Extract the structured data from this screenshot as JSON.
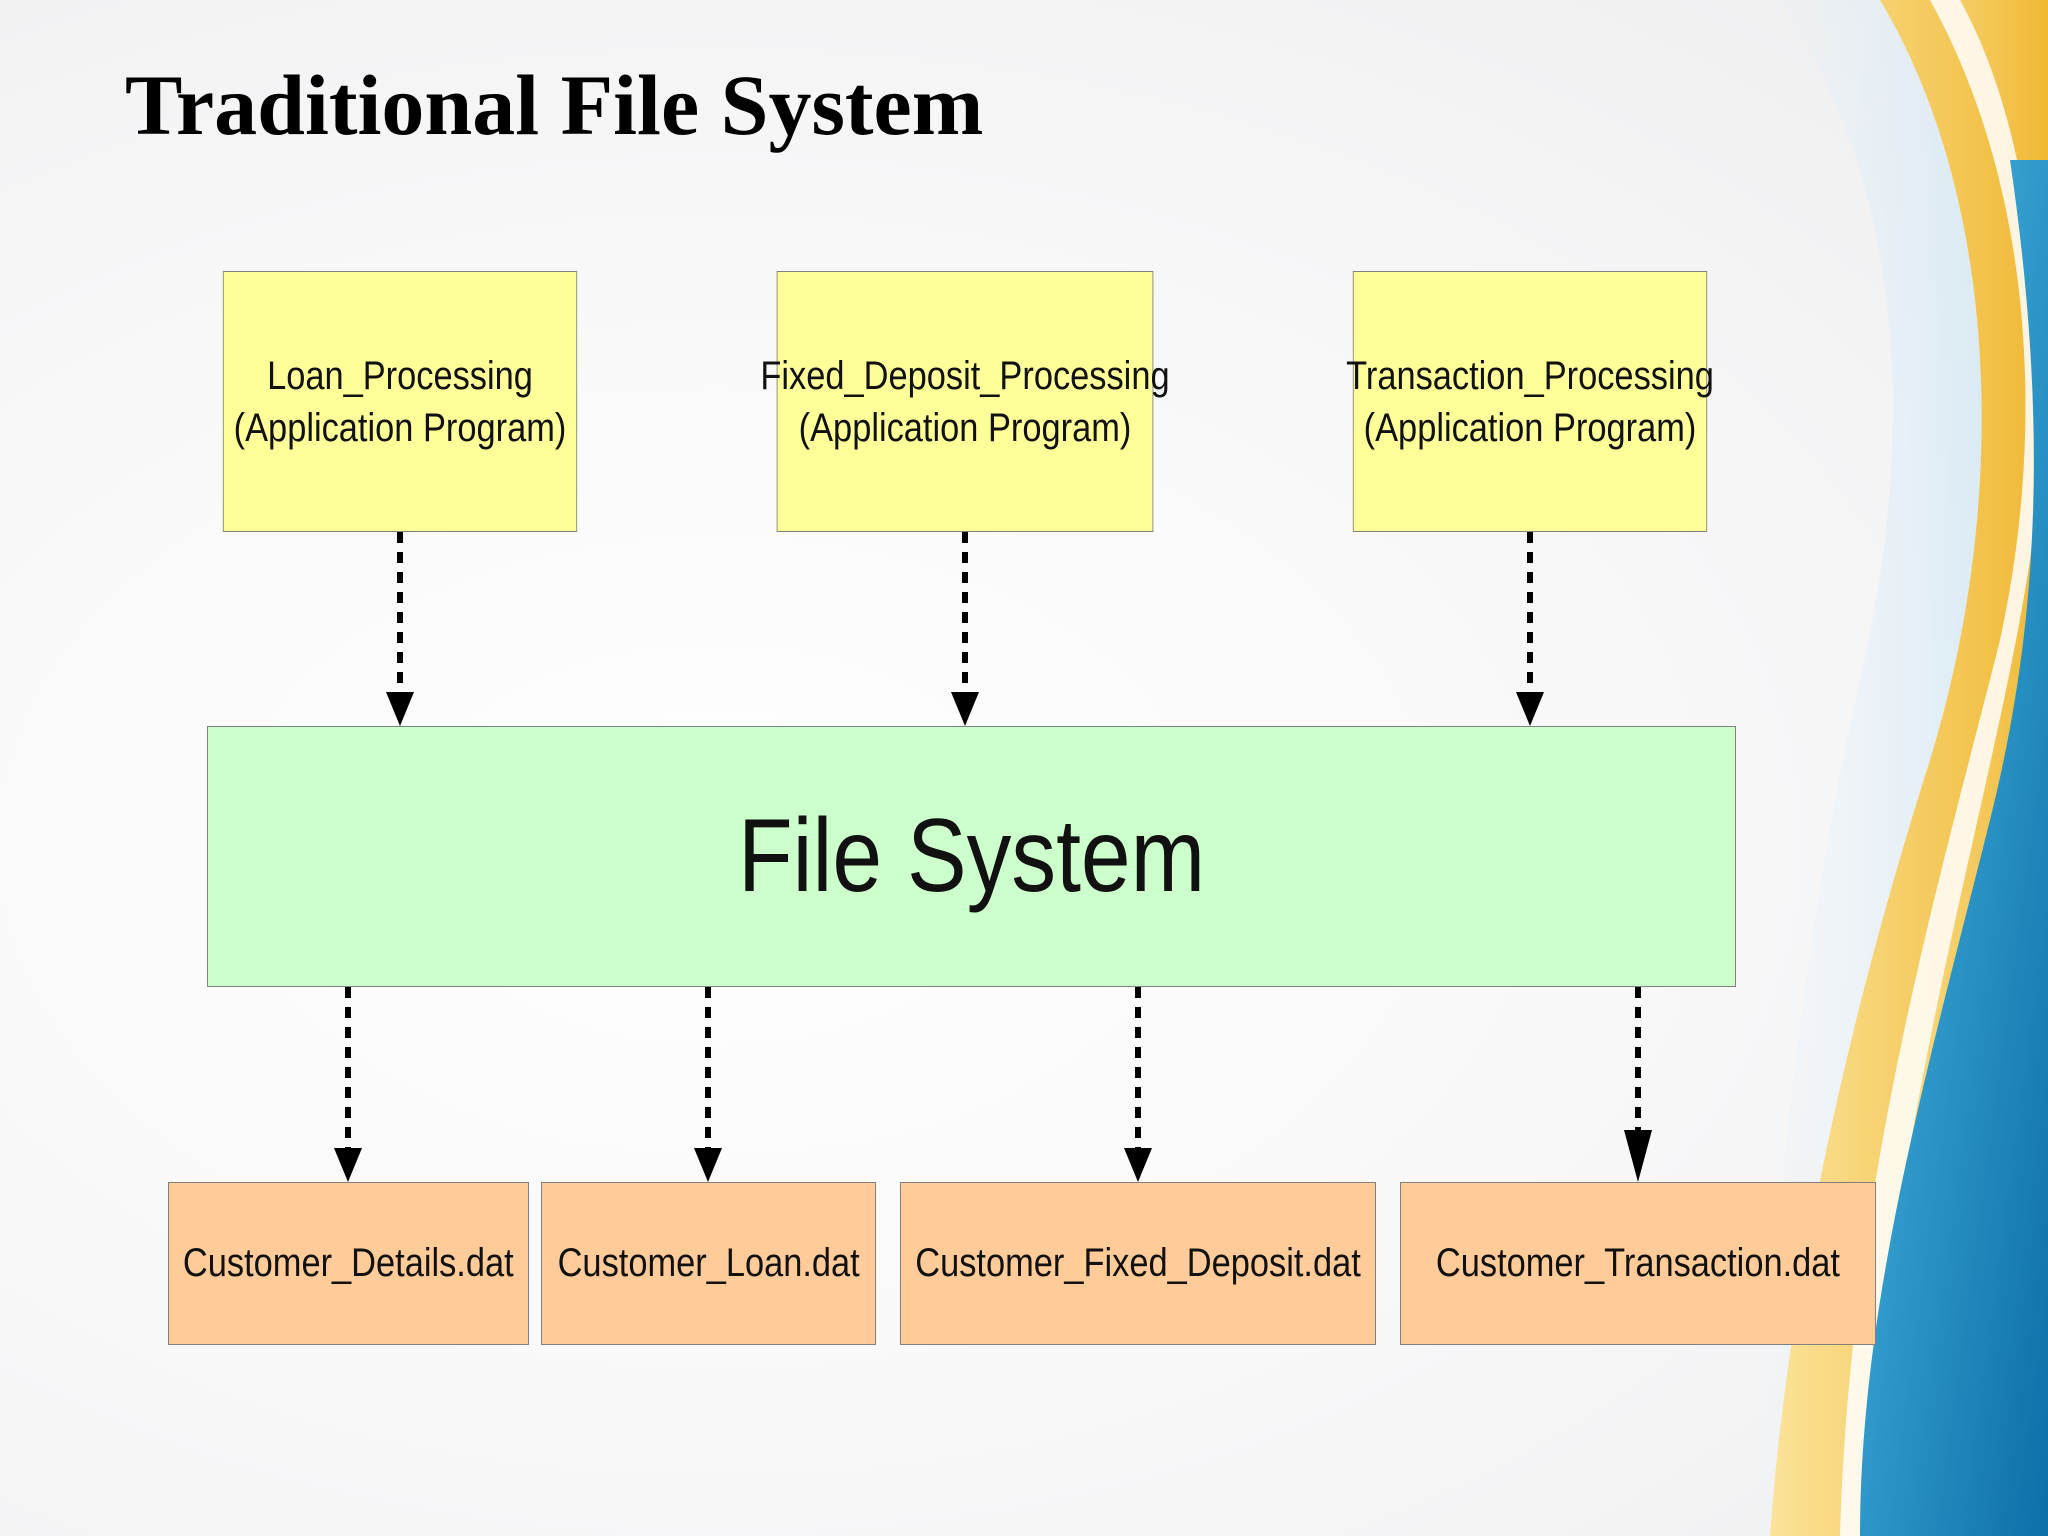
{
  "slide": {
    "title": "Traditional File System"
  },
  "programs": [
    {
      "name": "Loan_Processing",
      "type": "(Application Program)"
    },
    {
      "name": "Fixed_Deposit_Processing",
      "type": "(Application Program)"
    },
    {
      "name": "Transaction_Processing",
      "type": "(Application Program)"
    }
  ],
  "file_system": {
    "label": "File System"
  },
  "files": [
    {
      "name": "Customer_Details.dat"
    },
    {
      "name": "Customer_Loan.dat"
    },
    {
      "name": "Customer_Fixed_Deposit.dat"
    },
    {
      "name": "Customer_Transaction.dat"
    }
  ],
  "colors": {
    "program_fill": "#ffff99",
    "file_system_fill": "#ccffcc",
    "file_fill": "#ffcc99",
    "swoosh_gold": "#f3c24a",
    "swoosh_blue": "#1f8fc4"
  }
}
